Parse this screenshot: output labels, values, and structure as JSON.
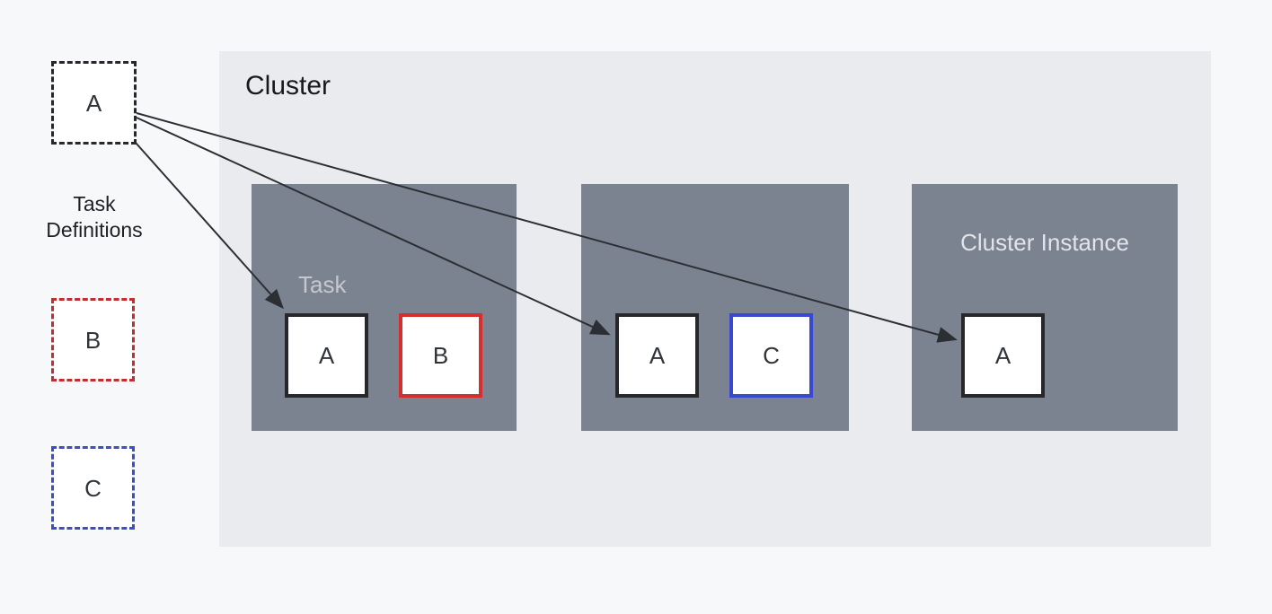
{
  "canvas": {
    "background_color": "#f7f8fa"
  },
  "task_definitions": {
    "caption": "Task Definitions",
    "items": [
      {
        "label": "A",
        "border_color": "#26282c",
        "border_style": "dashed"
      },
      {
        "label": "B",
        "border_color": "#c22d31",
        "border_style": "dashed"
      },
      {
        "label": "C",
        "border_color": "#3a4ec8",
        "border_style": "dashed"
      }
    ]
  },
  "cluster": {
    "label": "Cluster",
    "background_color": "#eaebee",
    "instance_background_color": "#7c8390",
    "instances": [
      {
        "label": "Task",
        "tasks": [
          {
            "label": "A",
            "border_color": "#26282c"
          },
          {
            "label": "B",
            "border_color": "#d32f2f"
          }
        ]
      },
      {
        "label": "",
        "tasks": [
          {
            "label": "A",
            "border_color": "#26282c"
          },
          {
            "label": "C",
            "border_color": "#3749d1"
          }
        ]
      },
      {
        "label": "Cluster Instance",
        "tasks": [
          {
            "label": "A",
            "border_color": "#26282c"
          }
        ]
      }
    ]
  },
  "arrows": {
    "color": "#2b2e33",
    "connections": [
      "task-definition-a to instance-1 task-a",
      "task-definition-a to instance-2 task-a",
      "task-definition-a to instance-3 task-a"
    ]
  }
}
